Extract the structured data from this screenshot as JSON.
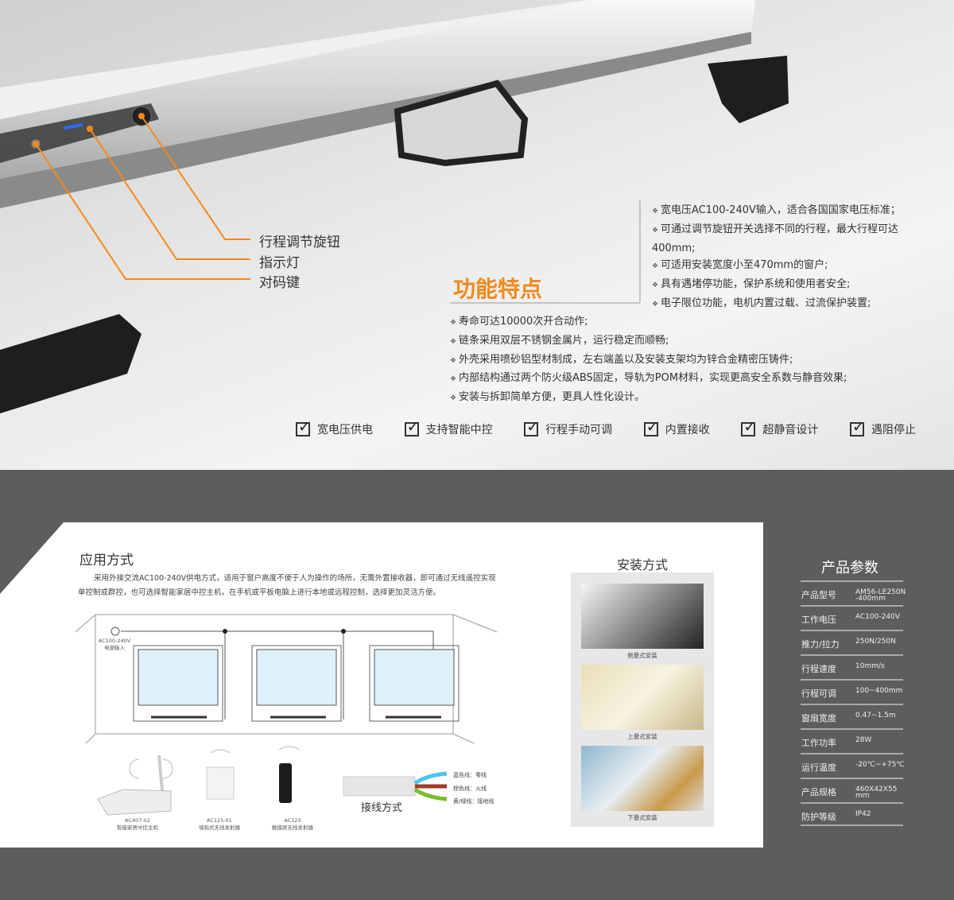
{
  "callouts": [
    "行程调节旋钮",
    "指示灯",
    "对码键"
  ],
  "features_title": "功能特点",
  "features_right": [
    "宽电压AC100-240V输入，适合各国国家电压标准；",
    "可通过调节旋钮开关选择不同的行程，最大行程可达400mm;",
    "可适用安装宽度小至470mm的窗户;",
    "具有遇堵停功能，保护系统和使用者安全;",
    "电子限位功能，电机内置过载、过流保护装置;"
  ],
  "features_bottom": [
    "寿命可达10000次开合动作;",
    "链条采用双层不锈钢金属片，运行稳定而顺畅;",
    "外壳采用喷砂铝型材制成，左右端盖以及安装支架均为锌合金精密压铸件;",
    "内部结构通过两个防火级ABS固定，导轨为POM材料，实现更高安全系数与静音效果;",
    "安装与拆卸简单方便，更具人性化设计。"
  ],
  "checks": [
    "宽电压供电",
    "支持智能中控",
    "行程手动可调",
    "内置接收",
    "超静音设计",
    "遇阻停止"
  ],
  "application": {
    "title": "应用方式",
    "description": "采用外接交流AC100-240V供电方式，适用于窗户高度不便于人为操作的场所，无需外置接收器，即可通过无线遥控实现单控制或群控，也可选择智能家居中控主机，在手机或平板电脑上进行本地或远程控制，选择更加灵活方便。",
    "power_label": "AC100-240V",
    "power_sub": "电源输入",
    "devices": [
      {
        "model": "AC407-02",
        "name": "智能家居中控主机"
      },
      {
        "model": "AC125-01",
        "name": "墙贴式无线发射器"
      },
      {
        "model": "AC123",
        "name": "触摸屏无线发射器"
      }
    ],
    "wiring_title": "接线方式",
    "wires": [
      "蓝色线：零线",
      "棕色线：火线",
      "黄/绿线：接地线"
    ]
  },
  "installation": {
    "title": "安装方式",
    "types": [
      "侧悬式安装",
      "上悬式安装",
      "下悬式安装"
    ]
  },
  "params": {
    "title": "产品参数",
    "rows": [
      {
        "k": "产品型号",
        "v": "AM56-LE250N -400mm"
      },
      {
        "k": "工作电压",
        "v": "AC100-240V"
      },
      {
        "k": "推力/拉力",
        "v": "250N/250N"
      },
      {
        "k": "行程速度",
        "v": "10mm/s"
      },
      {
        "k": "行程可调",
        "v": "100~400mm"
      },
      {
        "k": "窗扇宽度",
        "v": "0.47~1.5m"
      },
      {
        "k": "工作功率",
        "v": "28W"
      },
      {
        "k": "运行温度",
        "v": "-20℃~+75℃"
      },
      {
        "k": "产品规格",
        "v": "460X42X55 mm"
      },
      {
        "k": "防护等级",
        "v": "IP42"
      }
    ]
  },
  "colors": {
    "accent": "#f08a1c",
    "dark_bg": "#5e5d5d"
  }
}
